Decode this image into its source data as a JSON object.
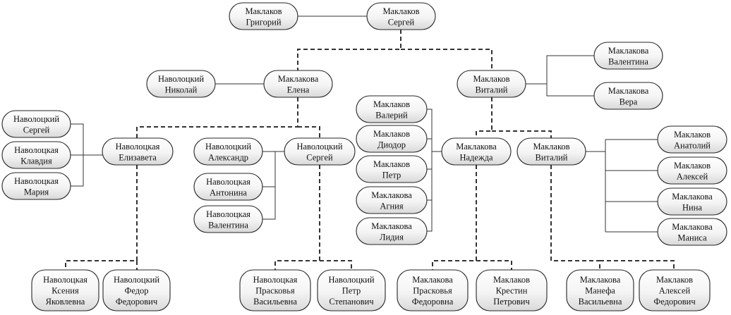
{
  "people": {
    "grigoriy": [
      "Маклаков",
      "Григорий"
    ],
    "sergey_m": [
      "Маклаков",
      "Сергей"
    ],
    "nikolay": [
      "Наволоцкий",
      "Николай"
    ],
    "elena": [
      "Маклакова",
      "Елена"
    ],
    "vitaliy1": [
      "Маклаков",
      "Виталий"
    ],
    "valentina_m": [
      "Маклакова",
      "Валентина"
    ],
    "vera": [
      "Маклакова",
      "Вера"
    ],
    "sergey_n1": [
      "Наволоцкий",
      "Сергей"
    ],
    "klavdiya": [
      "Наволоцкая",
      "Клавдия"
    ],
    "mariya": [
      "Наволоцкая",
      "Мария"
    ],
    "elizaveta": [
      "Наволоцкая",
      "Елизавета"
    ],
    "aleksandr": [
      "Наволоцкий",
      "Александр"
    ],
    "sergey_n2": [
      "Наволоцкий",
      "Сергей"
    ],
    "antonina": [
      "Наволоцкая",
      "Антонина"
    ],
    "valentina_n": [
      "Наволоцкая",
      "Валентина"
    ],
    "valeriy": [
      "Маклаков",
      "Валерий"
    ],
    "diodor": [
      "Маклаков",
      "Диодор"
    ],
    "petr_m": [
      "Маклаков",
      "Петр"
    ],
    "agniya": [
      "Маклакова",
      "Агния"
    ],
    "lidiya": [
      "Маклакова",
      "Лидия"
    ],
    "nadezhda": [
      "Маклакова",
      "Надежда"
    ],
    "vitaliy2": [
      "Маклаков",
      "Виталий"
    ],
    "anatoliy": [
      "Маклаков",
      "Анатолий"
    ],
    "aleksey_m": [
      "Маклаков",
      "Алексей"
    ],
    "nina": [
      "Маклакова",
      "Нина"
    ],
    "manisa": [
      "Маклакова",
      "Маниса"
    ],
    "kseniya": [
      "Наволоцкая",
      "Ксения",
      "Яковлевна"
    ],
    "fedor": [
      "Наволоцкий",
      "Федор",
      "Федорович"
    ],
    "praskovya_n": [
      "Наволоцкая",
      "Прасковья",
      "Васильевна"
    ],
    "petr_n": [
      "Наволоцкий",
      "Петр",
      "Степанович"
    ],
    "praskovya_m": [
      "Маклакова",
      "Прасковья",
      "Федоровна"
    ],
    "krestin": [
      "Маклаков",
      "Крестин",
      "Петрович"
    ],
    "manefa": [
      "Маклакова",
      "Манефа",
      "Васильевна"
    ],
    "aleksey_f": [
      "Маклаков",
      "Алексей",
      "Федорович"
    ]
  }
}
